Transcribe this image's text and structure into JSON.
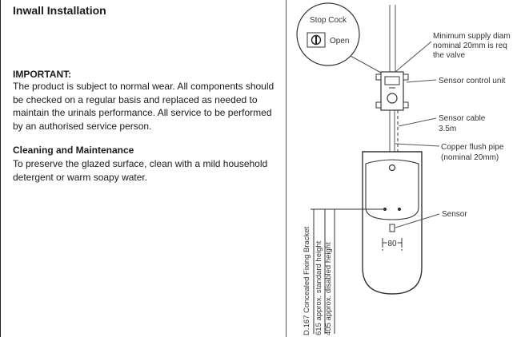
{
  "left_panel": {
    "title": "Inwall Installation",
    "important": {
      "heading": "IMPORTANT:",
      "body": "The product is subject to normal wear. All components should be checked on a regular basis and replaced as needed to maintain the urinals performance. All service to be performed by an authorised service person."
    },
    "cleaning": {
      "heading": "Cleaning and Maintenance",
      "body": "To preserve the glazed surface, clean with a mild household detergent or warm soapy water."
    }
  },
  "diagram": {
    "stop_cock": {
      "title": "Stop Cock",
      "state": "Open"
    },
    "callouts": {
      "supply_line1": "Minimum supply diam",
      "supply_line2": "nominal 20mm is req",
      "supply_line3": "the valve",
      "sensor_control_unit": "Sensor control unit",
      "sensor_cable_line1": "Sensor cable",
      "sensor_cable_line2": "3.5m",
      "copper_pipe_line1": "Copper flush pipe",
      "copper_pipe_line2": "(nominal 20mm)",
      "sensor": "Sensor"
    },
    "dimension": "80",
    "vertical_labels": {
      "bracket": "D.167 Concealed Fixing Bracket",
      "standard": "615 approx. standard height",
      "disabled": "405 approx. disabled height"
    }
  }
}
